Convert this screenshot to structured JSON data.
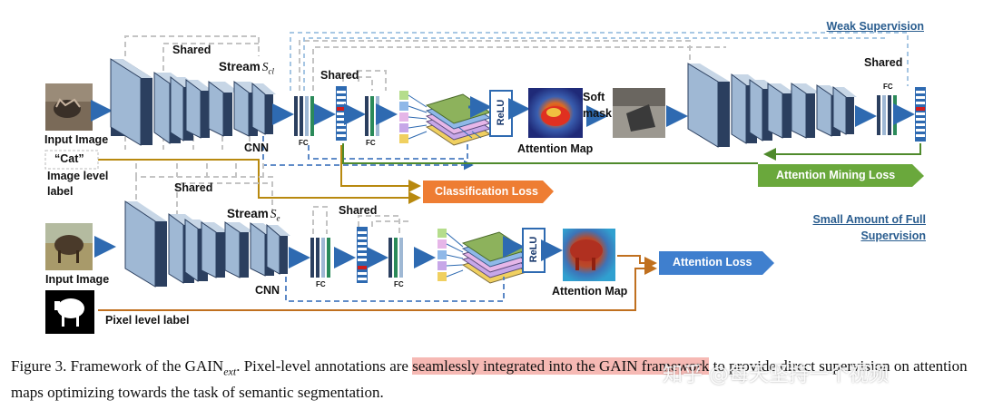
{
  "labels": {
    "weak_supervision": "Weak Supervision",
    "shared_top_cnn": "Shared",
    "stream_cl": "Stream",
    "stream_cl_sub": "S",
    "stream_cl_subscript": "cl",
    "shared_top_fc": "Shared",
    "shared_top_right": "Shared",
    "soft_mask": "Soft\nmask",
    "input_image_top": "Input Image",
    "cnn_top": "CNN",
    "attention_map_top": "Attention Map",
    "cat_label": "“Cat”",
    "image_level_label": "Image level\nlabel",
    "attention_mining_loss": "Attention Mining Loss",
    "classification_loss": "Classification Loss",
    "shared_bottom_cnn": "Shared",
    "stream_e": "Stream",
    "stream_e_sub": "S",
    "stream_e_subscript": "e",
    "shared_bottom_fc": "Shared",
    "small_amount": "Small Amount of Full\nSupervision",
    "input_image_bottom": "Input Image",
    "cnn_bottom": "CNN",
    "attention_map_bottom": "Attention Map",
    "attention_loss": "Attention Loss",
    "pixel_level_label": "Pixel level label",
    "fc": "FC",
    "relu": "ReLU"
  },
  "caption": {
    "part1": "Figure 3. Framework of the GAIN",
    "ext": "ext",
    "part2": ". Pixel-level annotations are ",
    "highlight": "seamlessly integrated into the GAIN framework",
    "part3": " to provide direct supervision on attention maps optimizing towards the task of semantic segmentation."
  },
  "watermark": "知乎 @每天坚持一个视频",
  "colors": {
    "cnn_face": "#9fb8d4",
    "cnn_side": "#2b3f5f",
    "arrow_blue": "#2e6ab1",
    "dashed_gray": "#c4c4c4",
    "dashed_blue": "#4a7cc0",
    "gold": "#b8890f",
    "green_loss": "#6aa83c",
    "orange_loss": "#ee7d33",
    "blue_loss": "#3f7fce",
    "brown_line": "#c0701f",
    "link_blue": "#2a5d8f"
  }
}
